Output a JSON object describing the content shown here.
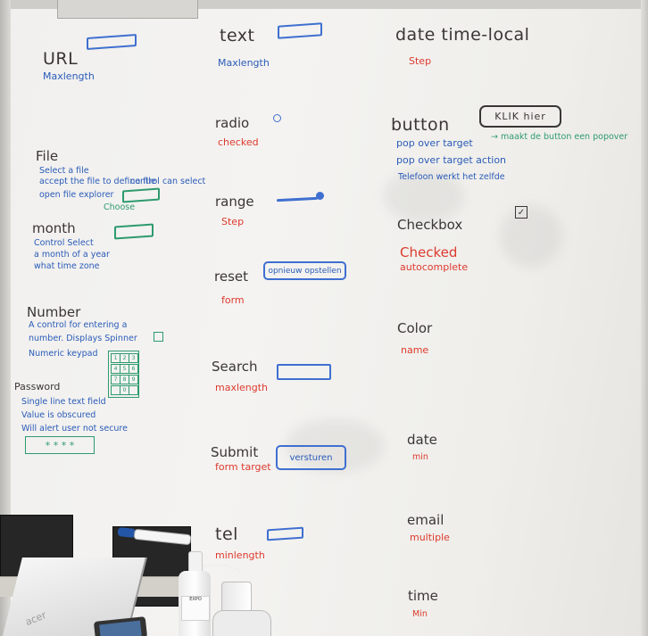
{
  "board": {
    "url": {
      "title": "URL",
      "attr": "Maxlength"
    },
    "file": {
      "title": "File",
      "lines": [
        "Select a file",
        "accept the file to define file",
        "control can select",
        "open file explorer"
      ],
      "button": "Choose"
    },
    "month": {
      "title": "month",
      "lines": [
        "Control Select",
        "a month of a year",
        "what time zone"
      ]
    },
    "number": {
      "title": "Number",
      "lines": [
        "A control for entering a",
        "number. Displays Spinner",
        "Numeric keypad"
      ],
      "keypad": [
        "1",
        "2",
        "3",
        "4",
        "5",
        "6",
        "7",
        "8",
        "9",
        "",
        "0",
        ""
      ]
    },
    "password": {
      "title": "Password",
      "lines": [
        "Single line text field",
        "Value is obscured",
        "Will alert user not secure"
      ],
      "mask": "* * * *"
    },
    "text": {
      "title": "text",
      "attr": "Maxlength"
    },
    "radio": {
      "title": "radio",
      "attr": "checked"
    },
    "range": {
      "title": "range",
      "attr": "Step"
    },
    "reset": {
      "title": "reset",
      "attr": "form",
      "button": "opnieuw opstellen"
    },
    "search": {
      "title": "Search",
      "attr": "maxlength"
    },
    "submit": {
      "title": "Submit",
      "attr": "form target",
      "button": "versturen"
    },
    "tel": {
      "title": "tel",
      "attr": "minlength"
    },
    "datetime": {
      "title": "date time-local",
      "attr": "Step"
    },
    "button": {
      "title": "button",
      "box": "KLIK hier",
      "lines": [
        "pop over target",
        "pop over target action",
        "Telefoon werkt het zelfde"
      ],
      "note": "→ maakt de button een popover"
    },
    "checkbox": {
      "title": "Checkbox",
      "attrs": [
        "Checked",
        "autocomplete"
      ],
      "mark": "✓"
    },
    "color": {
      "title": "Color",
      "attr": "name"
    },
    "date": {
      "title": "date",
      "attr": "min"
    },
    "email": {
      "title": "email",
      "attr": "multiple"
    },
    "time": {
      "title": "time",
      "attr": "Min"
    }
  },
  "foreground": {
    "laptop_logo": "acer",
    "bottle_label": "EXPO"
  },
  "colors": {
    "blue_marker": "#2a5bb8",
    "red_marker": "#dd3a2e",
    "black_marker": "#3a3636",
    "green_marker": "#2e9a6e"
  }
}
